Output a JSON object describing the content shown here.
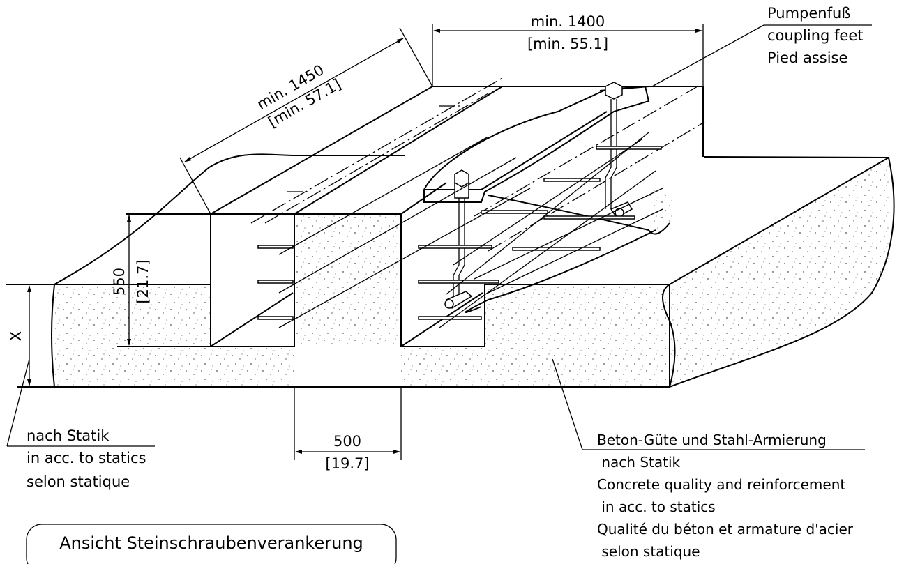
{
  "pump_foot": {
    "lines": [
      "Pumpenfuß",
      "coupling feet",
      "Pied assise"
    ]
  },
  "dimensions": {
    "length_main": "min. 1400",
    "length_alt": "[min. 55.1]",
    "diag_main": "min. 1450",
    "diag_alt": "[min. 57.1]",
    "depth_main": "550",
    "depth_alt": "[21.7]",
    "width_main": "500",
    "width_alt": "[19.7]",
    "x_label": "X"
  },
  "statics_note": {
    "lines": [
      "nach Statik",
      "in acc. to statics",
      "selon statique"
    ]
  },
  "concrete_note": {
    "lines": [
      "Beton-Güte und Stahl-Armierung",
      " nach Statik",
      "Concrete quality and reinforcement",
      " in acc. to statics",
      "Qualité du béton et armature d'acier",
      " selon statique"
    ]
  },
  "view_title": "Ansicht Steinschraubenverankerung"
}
